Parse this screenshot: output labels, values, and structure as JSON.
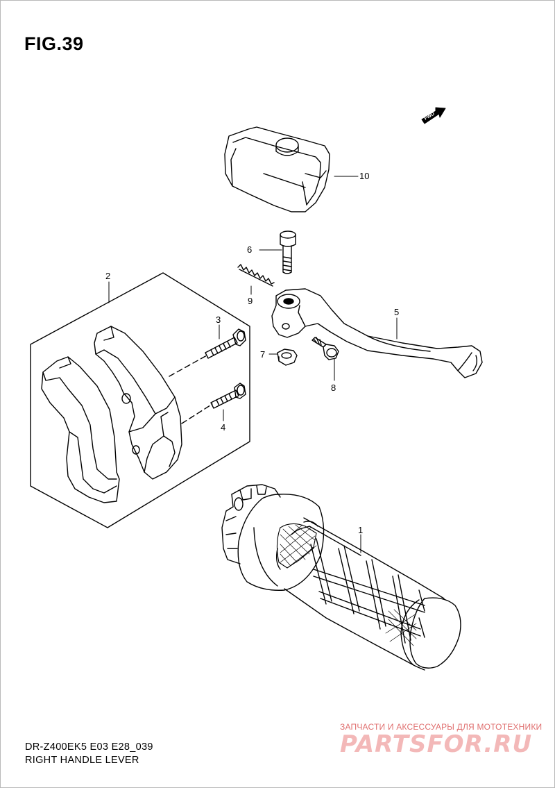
{
  "figure": {
    "title": "FIG.39",
    "model_code": "DR-Z400EK5 E03 E28_039",
    "caption": "RIGHT HANDLE LEVER",
    "direction_marker": "FWD"
  },
  "callouts": [
    {
      "number": "1",
      "part": "grip"
    },
    {
      "number": "2",
      "part": "holder set"
    },
    {
      "number": "3",
      "part": "screw"
    },
    {
      "number": "4",
      "part": "screw"
    },
    {
      "number": "5",
      "part": "lever"
    },
    {
      "number": "6",
      "part": "bolt"
    },
    {
      "number": "7",
      "part": "nut"
    },
    {
      "number": "8",
      "part": "screw"
    },
    {
      "number": "9",
      "part": "spring"
    },
    {
      "number": "10",
      "part": "cover"
    }
  ],
  "watermark": {
    "tagline": "ЗАПЧАСТИ И АКСЕССУАРЫ ДЛЯ МОТОТЕХНИКИ",
    "brand": "PARTSFOR.RU",
    "brand_color": "#e36a6a"
  }
}
